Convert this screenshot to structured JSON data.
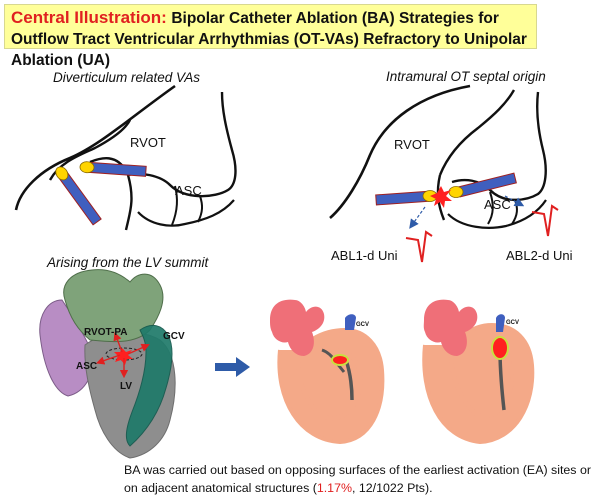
{
  "title": {
    "lead": "Central Illustration:",
    "rest": "Bipolar Catheter Ablation (BA) Strategies for Outflow Tract Ventricular Arrhythmias (OT-VAs) Refractory to Unipolar Ablation (UA)"
  },
  "panels": {
    "diverticulum": {
      "heading": "Diverticulum related VAs",
      "rvot": "RVOT",
      "asc": "ASC"
    },
    "septal": {
      "heading": "Intramural OT septal origin",
      "rvot": "RVOT",
      "asc": "ASC",
      "abl1": "ABL1-d Uni",
      "abl2": "ABL2-d Uni"
    },
    "summit": {
      "heading": "Arising from the LV summit",
      "rvot_pa": "RVOT-PA",
      "gcv": "GCV",
      "asc": "ASC",
      "lv": "LV"
    },
    "heart_small_1": {
      "gcv": "GCV"
    },
    "heart_small_2": {
      "gcv": "GCV"
    }
  },
  "caption": {
    "part1": "BA was carried out based on opposing surfaces of the earliest activation (EA) sites or on adjacent anatomical structures (",
    "percent": "1.17%",
    "part2": ", 12/1022 Pts)."
  },
  "colors": {
    "title_bg": "#ffff99",
    "title_red": "#e02020",
    "catheter_blue": "#3f5fbf",
    "catheter_tip": "#ffd400",
    "arrow_blue": "#2e5ba8"
  }
}
